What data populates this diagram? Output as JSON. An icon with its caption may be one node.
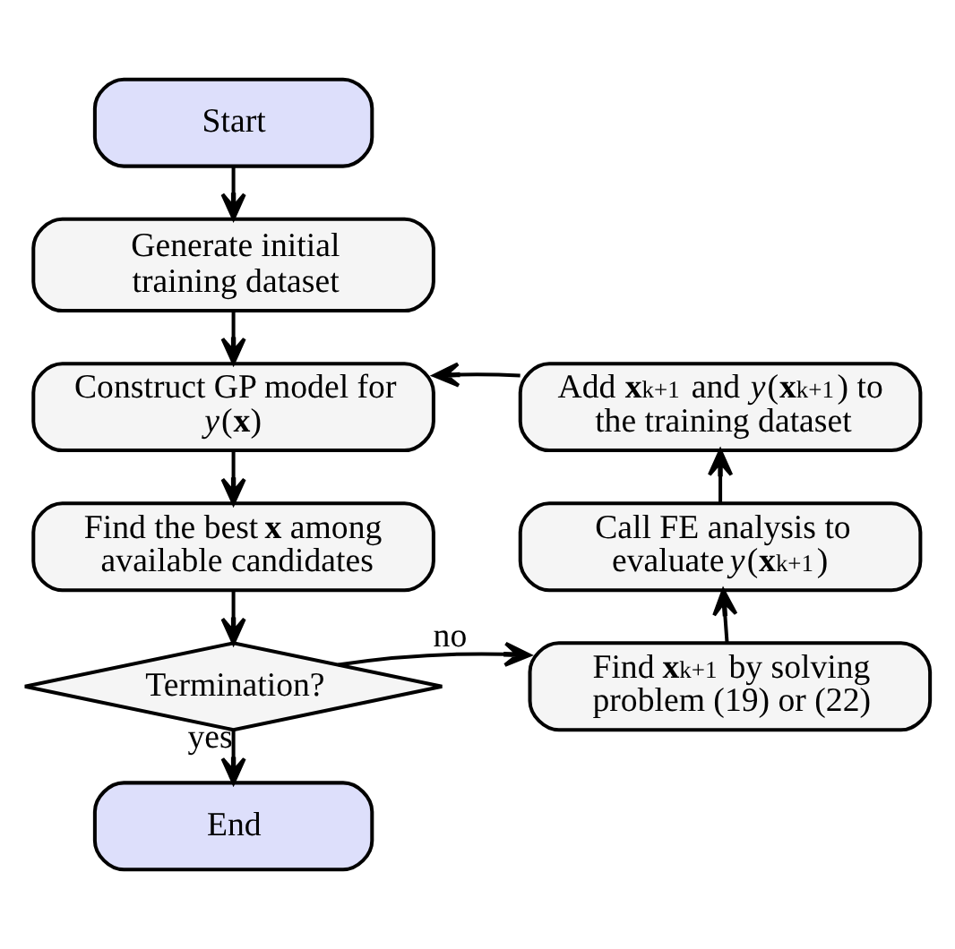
{
  "diagram": {
    "nodes": [
      {
        "text": [
          "Start"
        ]
      },
      {
        "text": [
          "Generate initial training dataset"
        ]
      },
      {
        "text": [
          "Construct GP model for *y*(**x**)"
        ]
      },
      {
        "text": [
          "Find the best **x** among available candidates"
        ]
      },
      {
        "text": [
          "Termination?"
        ]
      },
      {
        "text": [
          "End"
        ]
      },
      {
        "text": [
          "Find **x**$_{k+1}$ by solving problem (19) or (22)"
        ]
      },
      {
        "text": [
          "Call FE analysis to evaluate *y*(**x**$_{k+1}$)"
        ]
      },
      {
        "text": [
          "Add **x**$_{k+1}$ and *y*(**x**$_{k+1}$) to the training dataset"
        ]
      }
    ],
    "edges": [
      {
        "from": 0,
        "to": 1,
        "arrow": "to"
      },
      {
        "from": 1,
        "to": 2,
        "arrow": "to"
      },
      {
        "from": 2,
        "to": 3,
        "arrow": "to"
      },
      {
        "from": 3,
        "to": 4,
        "arrow": "to"
      },
      {
        "from": 4,
        "to": 5,
        "arrow": "to",
        "label": "yes"
      },
      {
        "from": 4,
        "to": 6,
        "arrow": "to",
        "label": "no"
      },
      {
        "from": 6,
        "to": 7,
        "arrow": "to"
      },
      {
        "from": 7,
        "to": 8,
        "arrow": "to"
      },
      {
        "from": 8,
        "to": 2,
        "arrow": "to"
      }
    ]
  }
}
